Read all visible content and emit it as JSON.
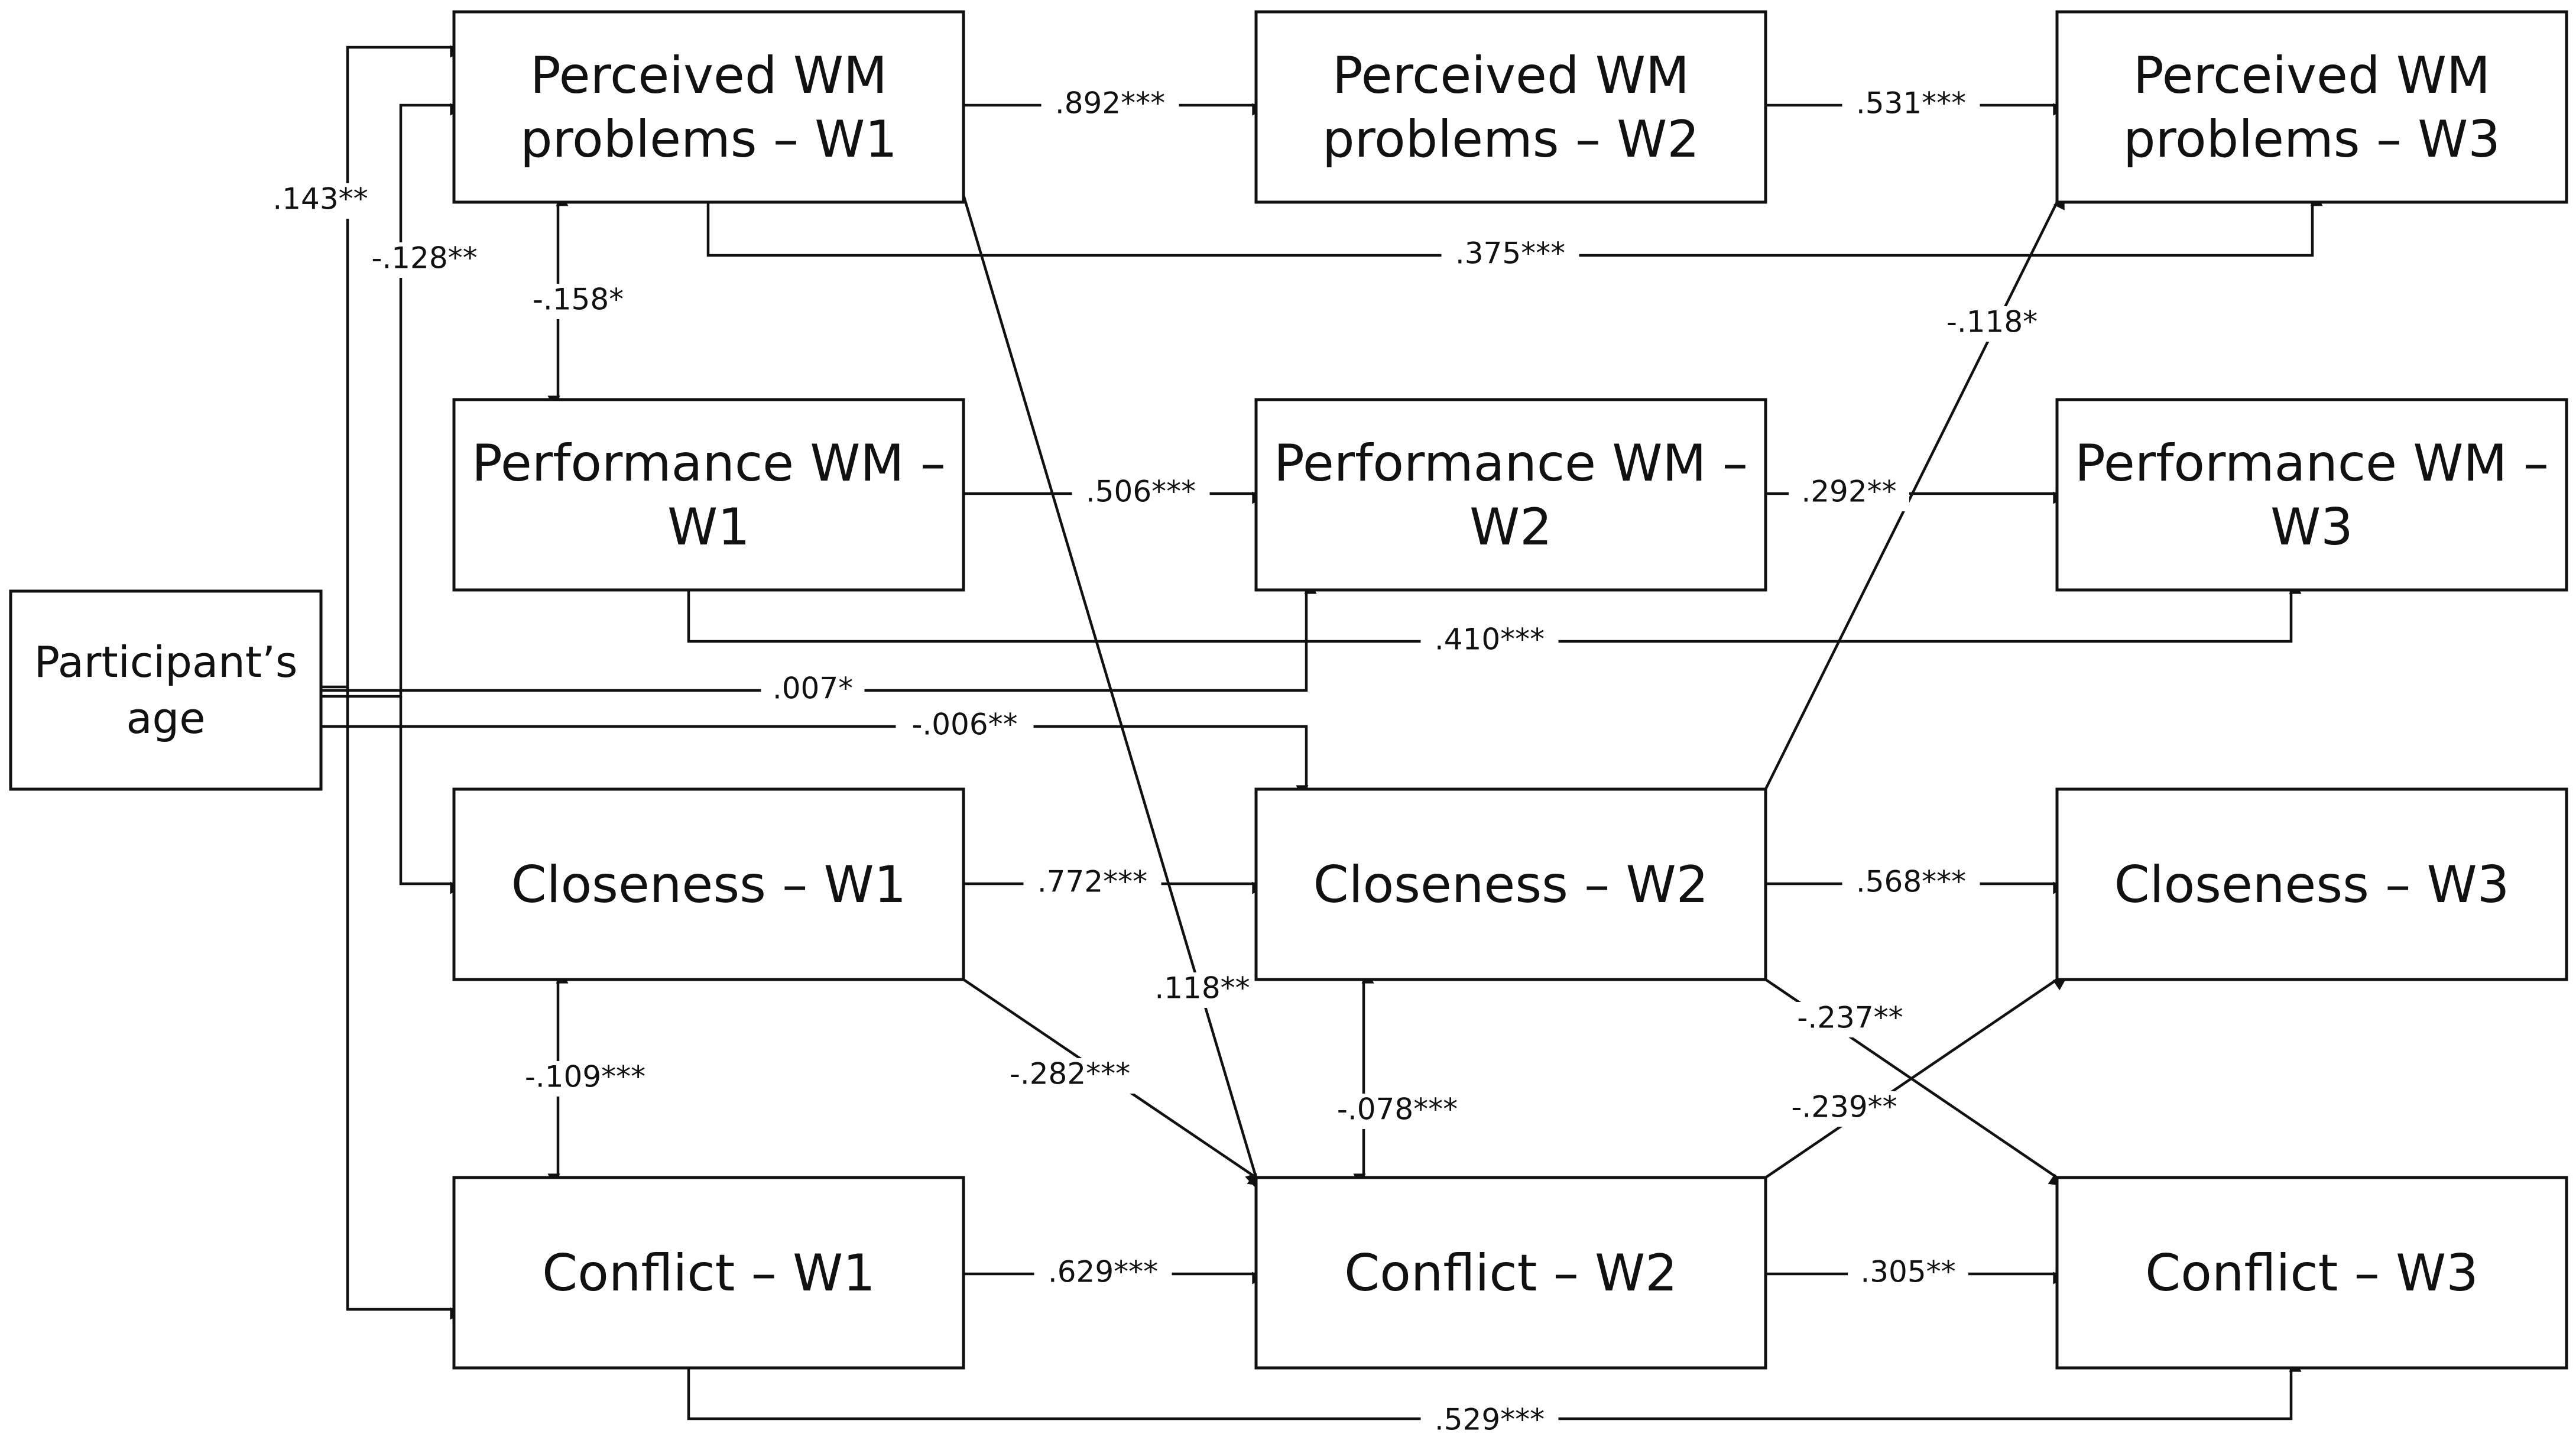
{
  "nodes": {
    "age": [
      "Participant’s",
      "age"
    ],
    "pwm1": [
      "Perceived WM",
      "problems – W1"
    ],
    "pwm2": [
      "Perceived WM",
      "problems – W2"
    ],
    "pwm3": [
      "Perceived WM",
      "problems – W3"
    ],
    "perf1": [
      "Performance WM –",
      "W1"
    ],
    "perf2": [
      "Performance WM –",
      "W2"
    ],
    "perf3": [
      "Performance WM –",
      "W3"
    ],
    "clo1": [
      "Closeness – W1"
    ],
    "clo2": [
      "Closeness – W2"
    ],
    "clo3": [
      "Closeness – W3"
    ],
    "con1": [
      "Conflict – W1"
    ],
    "con2": [
      "Conflict – W2"
    ],
    "con3": [
      "Conflict – W3"
    ]
  },
  "paths": {
    "pwm1_pwm2": ".892***",
    "pwm2_pwm3": ".531***",
    "pwm1_pwm3": ".375***",
    "pwm1_perf1": "-.158*",
    "perf1_perf2": ".506***",
    "perf2_perf3": ".292**",
    "perf1_perf3": ".410***",
    "clo2_pwm3": "-.118*",
    "age_pwm1": ".143**",
    "age_clo1": "-.128**",
    "age_perf2": ".007*",
    "age_clo2": "-.006**",
    "clo1_clo2": ".772***",
    "clo2_clo3": ".568***",
    "pwm1_con2": ".118**",
    "clo1_con1": "-.109***",
    "clo1_con2": "-.282***",
    "clo2_con2": "-.078***",
    "clo2_con3": "-.237**",
    "con2_clo3": "-.239**",
    "con1_con2": ".629***",
    "con2_con3": ".305**",
    "con1_con3": ".529***"
  }
}
